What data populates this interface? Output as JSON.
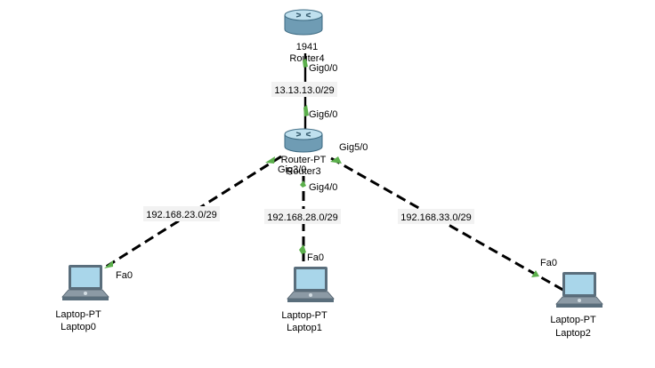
{
  "colors": {
    "background": "#ffffff",
    "link": "#000000",
    "port_up": "#5cb04c",
    "router_body": "#6f9cb4",
    "router_top": "#bfe0ee",
    "laptop_frame": "#5a6e7c",
    "laptop_screen": "#a9d6ea",
    "label_background": "#f2f2f2"
  },
  "devices": {
    "router4": {
      "model": "1941",
      "name": "Router4",
      "icon": "router-icon"
    },
    "router3": {
      "model": "Router-PT",
      "name": "Router3",
      "icon": "router-icon"
    },
    "laptop0": {
      "model": "Laptop-PT",
      "name": "Laptop0",
      "icon": "laptop-icon"
    },
    "laptop1": {
      "model": "Laptop-PT",
      "name": "Laptop1",
      "icon": "laptop-icon"
    },
    "laptop2": {
      "model": "Laptop-PT",
      "name": "Laptop2",
      "icon": "laptop-icon"
    }
  },
  "interfaces": {
    "r4_gig00": "Gig0/0",
    "r3_gig60": "Gig6/0",
    "r3_gig30": "Gig3/0",
    "r3_gig40": "Gig4/0",
    "r3_gig50": "Gig5/0",
    "laptop0_fa0": "Fa0",
    "laptop1_fa0": "Fa0",
    "laptop2_fa0": "Fa0"
  },
  "networks": {
    "backbone": "13.13.13.0/29",
    "left": "192.168.23.0/29",
    "middle": "192.168.28.0/29",
    "right": "192.168.33.0/29"
  },
  "links": [
    {
      "from": "Router4 Gig0/0",
      "to": "Router3 Gig6/0",
      "network": "13.13.13.0/29",
      "style": "solid"
    },
    {
      "from": "Router3 Gig3/0",
      "to": "Laptop0 Fa0",
      "network": "192.168.23.0/29",
      "style": "dashed"
    },
    {
      "from": "Router3 Gig4/0",
      "to": "Laptop1 Fa0",
      "network": "192.168.28.0/29",
      "style": "dashed"
    },
    {
      "from": "Router3 Gig5/0",
      "to": "Laptop2 Fa0",
      "network": "192.168.33.0/29",
      "style": "dashed"
    }
  ]
}
